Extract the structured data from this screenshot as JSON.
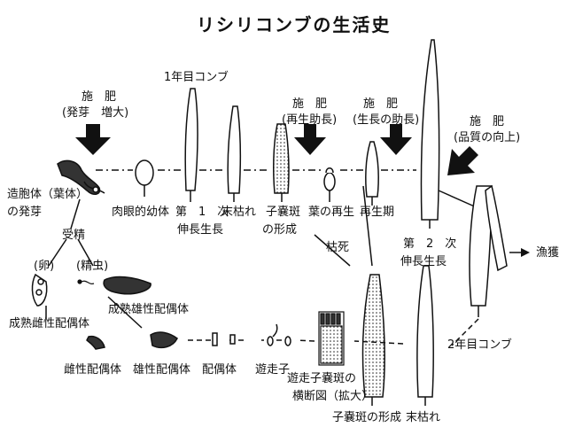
{
  "title": "リシリコンブの生活史",
  "labels": {
    "fert1_title": "施　肥",
    "fert1_sub": "(発芽　増大)",
    "year1": "1年目コンブ",
    "fert2_title": "施　肥",
    "fert2_sub": "(再生助長)",
    "fert3_title": "施　肥",
    "fert3_sub": "(生長の助長)",
    "fert4_title": "施　肥",
    "fert4_sub": "(品質の向上)",
    "spore1": "造胞体（葉体）",
    "spore2": "の発芽",
    "seedling": "肉眼的幼体",
    "growth1a": "第　1　次",
    "growth1b": "伸長生長",
    "tip_wither1": "末枯れ",
    "sorus1a": "子嚢斑",
    "sorus1b": "の形成",
    "regen": "葉の再生",
    "regen_period": "再生期",
    "death": "枯死",
    "growth2a": "第　2　次",
    "growth2b": "伸長生長",
    "fishery": "漁獲",
    "fertilization": "受精",
    "egg": "(卵)",
    "sperm": "(精虫)",
    "mature_female": "成熟雌性配偶体",
    "mature_male": "成熟雄性配偶体",
    "female_gam": "雌性配偶体",
    "male_gam": "雄性配偶体",
    "gametophyte": "配偶体",
    "zoospore": "遊走子",
    "cross1": "遊走子嚢斑の",
    "cross2": "横断図（拡大）",
    "sorus_form": "子嚢斑の形成",
    "tip_wither2": "末枯れ",
    "year2": "2年目コンブ"
  }
}
